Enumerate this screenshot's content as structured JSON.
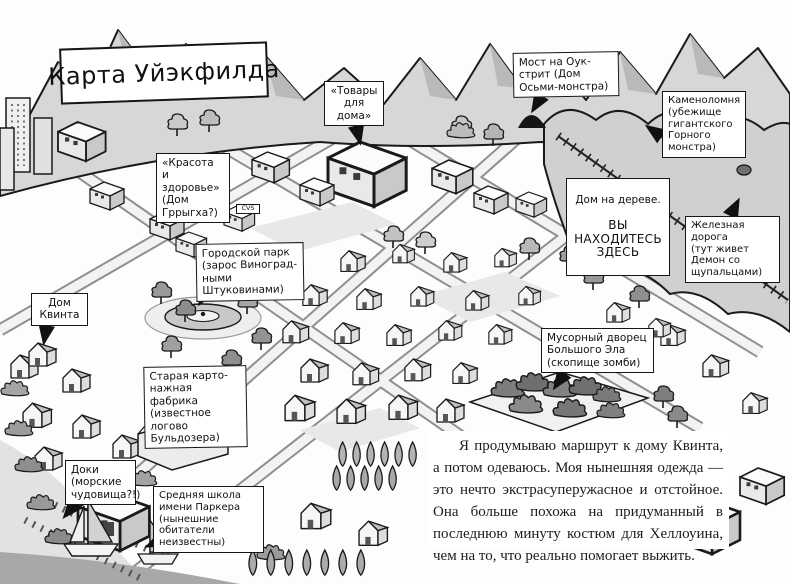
{
  "title": "Карта Уйэкфилда",
  "map_labels": {
    "household_goods": [
      "«Товары",
      "для дома»"
    ],
    "oak_street_bridge": [
      "Мост на Оук-",
      "стрит (Дом",
      "Осьми-монстра)"
    ],
    "quarry": [
      "Каменоломня",
      "(убежище",
      "гигантского",
      "Горного",
      "монстра)"
    ],
    "beauty_health": [
      "«Красота",
      "и здоровье»",
      "(Дом",
      "Гррыгха?)"
    ],
    "treehouse_line1": "Дом на дереве.",
    "treehouse_line2": [
      "ВЫ НАХОДИТЕСЬ",
      "ЗДЕСЬ"
    ],
    "railroad": [
      "Железная",
      "дорога",
      "(тут живет",
      "Демон со",
      "щупальцами)"
    ],
    "city_park": [
      "Городской парк",
      "(зарос Виноград-",
      "ными Штуковинами)"
    ],
    "quint_house": [
      "Дом",
      "Квинта"
    ],
    "junk_palace": [
      "Мусорный дворец",
      "Большого Эла",
      "(скопище зомби)"
    ],
    "cardboard_factory": [
      "Старая карто-",
      "нажная фабрика",
      "(известное логово",
      "Бульдозера)"
    ],
    "docks": [
      "Доки",
      "(морские",
      "чудовища?!)"
    ],
    "school": [
      "Средняя школа",
      "имени Паркера",
      "(нынешние обитатели",
      "неизвестны)"
    ],
    "cvs_sign": "CVS"
  },
  "narration": "Я продумываю маршрут к дому Квинта, а потом одеваюсь. Моя нынешняя одежда — это нечто экстрасуперужасное и отстойное. Она больше похожа на придуманный в последнюю минуту костюм для Хеллоуина, чем на то, что реально помогает выжить."
}
